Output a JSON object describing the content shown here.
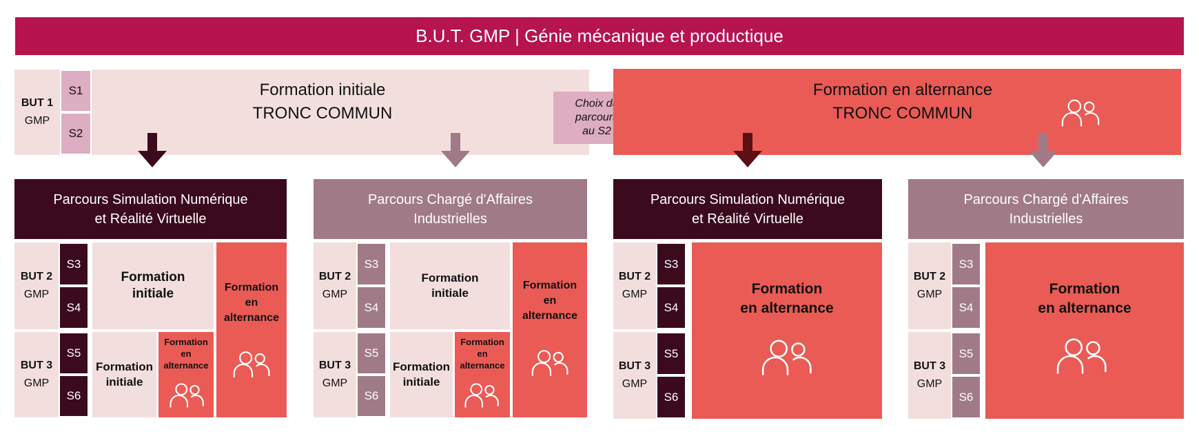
{
  "title": "B.U.T. GMP | Génie mécanique et productique",
  "initial_block": {
    "year_label_line1": "BUT 1",
    "year_label_line2": "GMP",
    "sem_top": "S1",
    "sem_bottom": "S2",
    "title_line1": "Formation initiale",
    "title_line2": "TRONC COMMUN"
  },
  "alternance_block": {
    "title_line1": "Formation  en alternance",
    "title_line2": "TRONC COMMUN"
  },
  "choix": {
    "line1": "Choix du",
    "line2": "parcours",
    "line3": "au S2"
  },
  "parcours_snrv": {
    "line1": "Parcours Simulation Numérique",
    "line2": "et Réalité Virtuelle"
  },
  "parcours_cai": {
    "line1": "Parcours Chargé d'Affaires",
    "line2": "Industrielles"
  },
  "but2": {
    "line1": "BUT 2",
    "line2": "GMP",
    "sem_a": "S3",
    "sem_b": "S4"
  },
  "but3": {
    "line1": "BUT 3",
    "line2": "GMP",
    "sem_a": "S5",
    "sem_b": "S6"
  },
  "formation_initiale": {
    "line1": "Formation",
    "line2": "initiale"
  },
  "formation_alternance_3": {
    "line1": "Formation",
    "line2": "en",
    "line3": "alternance"
  },
  "formation_alternance_2": {
    "line1": "Formation",
    "line2": "en alternance"
  },
  "colors": {
    "title_bar": "#b5144d",
    "pink": "#f3dede",
    "coral": "#ea5b55",
    "dark": "#3b0a1d",
    "mauve": "#a07a87",
    "lilac": "#ddadc1"
  }
}
